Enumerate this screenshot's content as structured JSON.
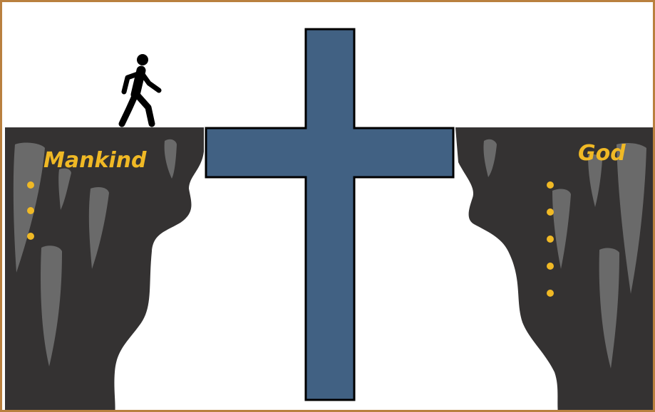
{
  "labels": {
    "left": "Mankind",
    "right": "God"
  },
  "colors": {
    "frame": "#b9803f",
    "cliff": "#343232",
    "streak": "#6a6a6a",
    "cross": "#416183",
    "cross_outline": "#000000",
    "text": "#f0b925",
    "dots": "#f0b925",
    "figure": "#000000"
  },
  "icons": {
    "walker": "walking-person-icon"
  },
  "dots": {
    "left_count": 3,
    "right_count": 5
  }
}
